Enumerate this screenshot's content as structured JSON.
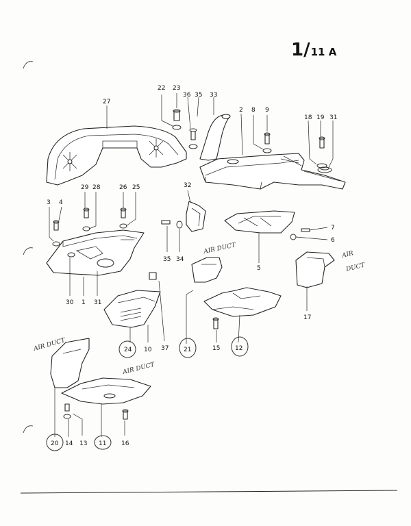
{
  "header": {
    "page_number": "1/",
    "page_suffix": "11 A"
  },
  "callouts": [
    {
      "id": "27",
      "text": "27"
    },
    {
      "id": "22",
      "text": "22"
    },
    {
      "id": "23",
      "text": "23"
    },
    {
      "id": "36",
      "text": "36"
    },
    {
      "id": "35a",
      "text": "35"
    },
    {
      "id": "33",
      "text": "33"
    },
    {
      "id": "2",
      "text": "2"
    },
    {
      "id": "8",
      "text": "8"
    },
    {
      "id": "9",
      "text": "9"
    },
    {
      "id": "18",
      "text": "18"
    },
    {
      "id": "19",
      "text": "19"
    },
    {
      "id": "31a",
      "text": "31"
    },
    {
      "id": "3",
      "text": "3"
    },
    {
      "id": "4",
      "text": "4"
    },
    {
      "id": "29",
      "text": "29"
    },
    {
      "id": "28",
      "text": "28"
    },
    {
      "id": "26",
      "text": "26"
    },
    {
      "id": "25",
      "text": "25"
    },
    {
      "id": "32",
      "text": "32"
    },
    {
      "id": "7",
      "text": "7"
    },
    {
      "id": "6",
      "text": "6"
    },
    {
      "id": "30",
      "text": "30"
    },
    {
      "id": "1",
      "text": "1"
    },
    {
      "id": "31b",
      "text": "31"
    },
    {
      "id": "35b",
      "text": "35"
    },
    {
      "id": "34",
      "text": "34"
    },
    {
      "id": "5",
      "text": "5"
    },
    {
      "id": "17",
      "text": "17"
    },
    {
      "id": "24",
      "text": "24"
    },
    {
      "id": "10",
      "text": "10"
    },
    {
      "id": "37",
      "text": "37"
    },
    {
      "id": "21",
      "text": "21"
    },
    {
      "id": "15",
      "text": "15"
    },
    {
      "id": "12",
      "text": "12"
    },
    {
      "id": "20",
      "text": "20"
    },
    {
      "id": "14",
      "text": "14"
    },
    {
      "id": "13",
      "text": "13"
    },
    {
      "id": "11",
      "text": "11"
    },
    {
      "id": "16",
      "text": "16"
    }
  ],
  "handwritten_notes": {
    "air_duct_center": "AIR DUCT",
    "air_duct_right_1": "AIR",
    "air_duct_right_2": "DUCT",
    "air_duct_center_low": "AIR DUCT",
    "air_duct_left": "AIR DUCT"
  },
  "circled_items": [
    "24",
    "21",
    "12",
    "20",
    "11"
  ]
}
